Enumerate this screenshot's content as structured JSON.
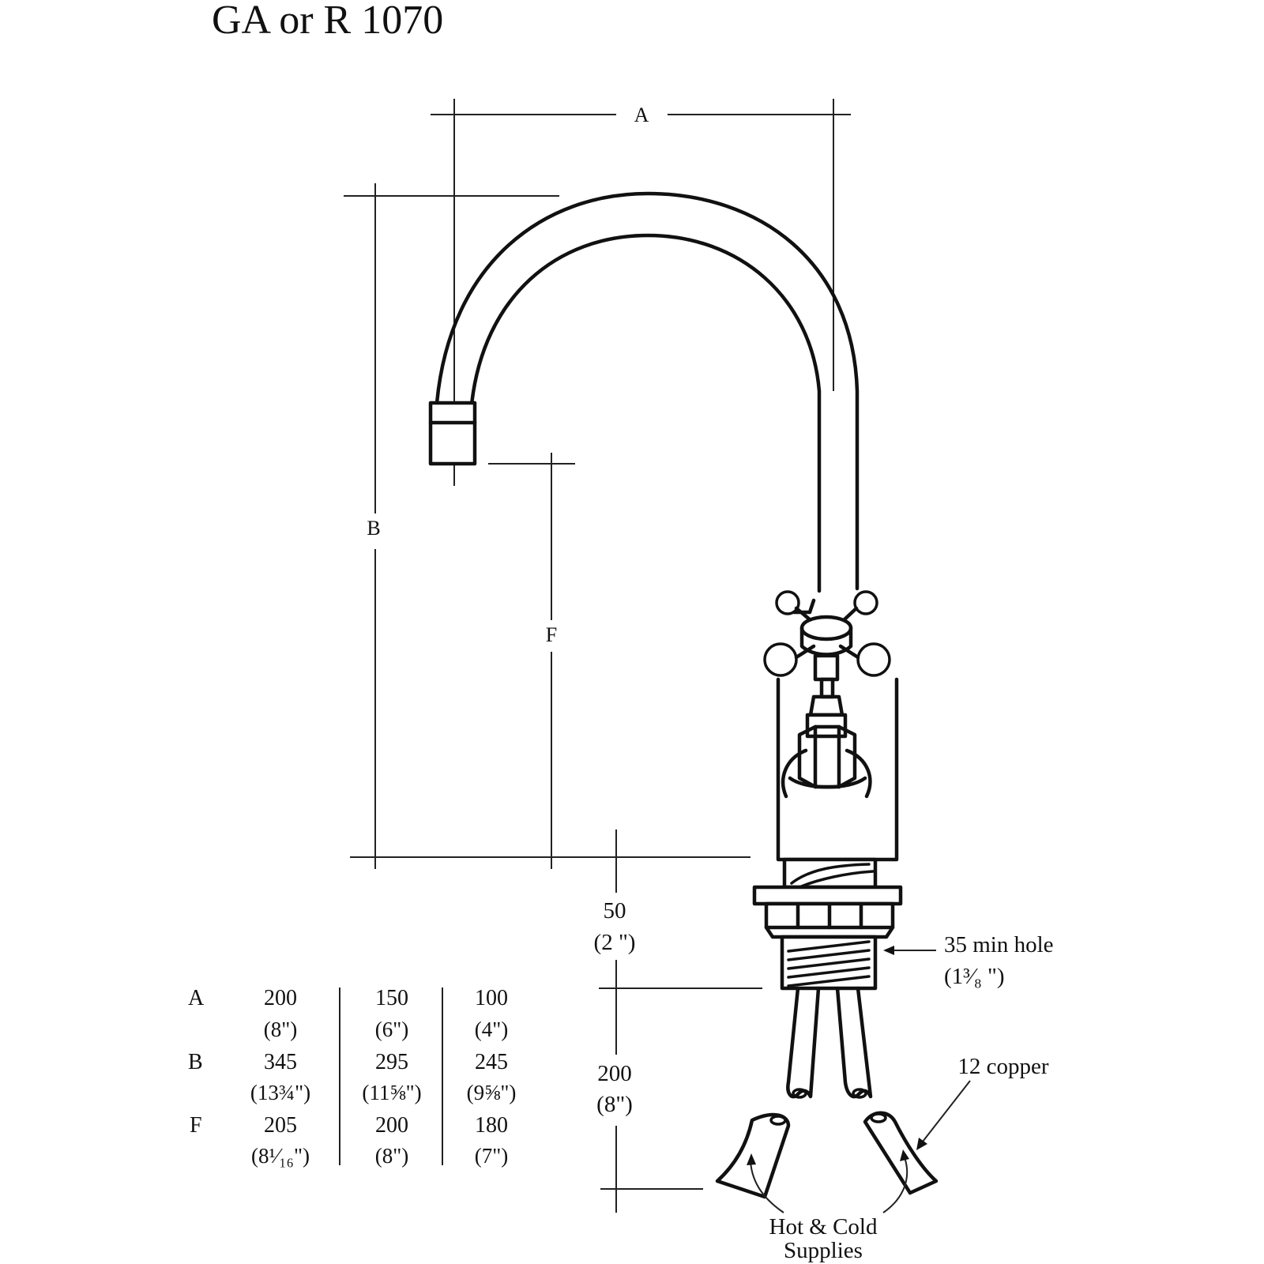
{
  "title": "GA or R 1070",
  "dimension_letters": {
    "a": "A",
    "b": "B",
    "f": "F"
  },
  "deck_dimension": {
    "mm": "50",
    "inch": "(2 \")"
  },
  "tail_dimension": {
    "mm": "200",
    "inch": "(8\")"
  },
  "hole_callout": {
    "line1": "35 min hole",
    "line2": "(1³⁄₈ \")"
  },
  "copper_callout": "12 copper",
  "supplies_callout": {
    "line1": "Hot & Cold",
    "line2": "Supplies"
  },
  "size_table": {
    "rows": [
      {
        "label": "A",
        "values": [
          "200",
          "150",
          "100"
        ],
        "inches": [
          "(8\")",
          "(6\")",
          "(4\")"
        ]
      },
      {
        "label": "B",
        "values": [
          "345",
          "295",
          "245"
        ],
        "inches": [
          "(13¾\")",
          "(11⅝\")",
          "(9⅝\")"
        ]
      },
      {
        "label": "F",
        "values": [
          "205",
          "200",
          "180"
        ],
        "inches": [
          "(8¹⁄₁₆\")",
          "(8\")",
          "(7\")"
        ]
      }
    ]
  }
}
